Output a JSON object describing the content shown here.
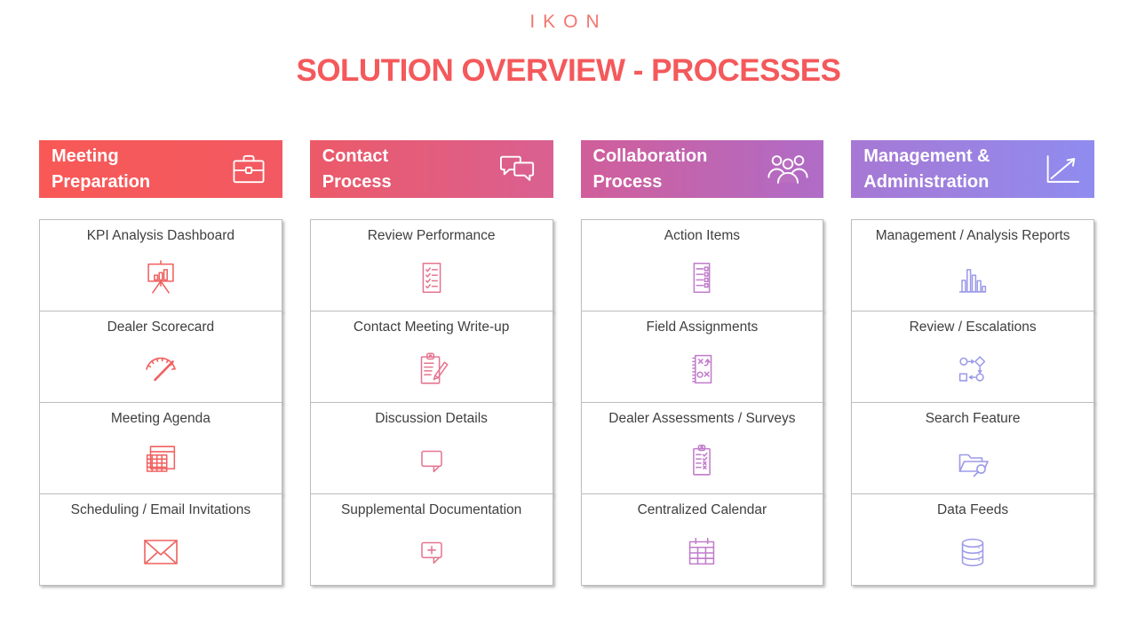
{
  "logo": "IKON",
  "title": "SOLUTION OVERVIEW - PROCESSES",
  "colors": {
    "logo": "#F37670",
    "title": "#F4595B",
    "cell_border": "#BDBDBD",
    "cell_text": "#3F3F3F",
    "header_text": "#FFFFFF"
  },
  "columns": [
    {
      "id": "meeting-preparation",
      "header": {
        "line1": "Meeting",
        "line2": "Preparation",
        "icon": "briefcase-icon",
        "gradient": [
          "#F85956",
          "#F25962"
        ]
      },
      "accent": "#F0605F",
      "occlusion": "#F55A5C",
      "cells": [
        {
          "label": "KPI Analysis Dashboard",
          "icon": "presentation-chart-icon"
        },
        {
          "label": "Dealer Scorecard",
          "icon": "gauge-icon"
        },
        {
          "label": "Meeting Agenda",
          "icon": "agenda-grid-icon"
        },
        {
          "label": "Scheduling / Email Invitations",
          "icon": "envelope-icon"
        }
      ]
    },
    {
      "id": "contact-process",
      "header": {
        "line1": "Contact",
        "line2": "Process",
        "icon": "chat-bubbles-icon",
        "gradient": [
          "#EC5A68",
          "#D96092"
        ]
      },
      "accent": "#E57590",
      "occlusion": "#DB6090",
      "cells": [
        {
          "label": "Review Performance",
          "icon": "checklist-icon"
        },
        {
          "label": "Contact Meeting Write-up",
          "icon": "clipboard-pencil-icon"
        },
        {
          "label": "Discussion Details",
          "icon": "speech-bubble-icon"
        },
        {
          "label": "Supplemental Documentation",
          "icon": "speech-bubble-plus-icon"
        }
      ]
    },
    {
      "id": "collaboration-process",
      "header": {
        "line1": "Collaboration",
        "line2": "Process",
        "icon": "people-group-icon",
        "gradient": [
          "#D15E9A",
          "#AF6CC7"
        ]
      },
      "accent": "#C17CCB",
      "occlusion": "#BA6FC0",
      "cells": [
        {
          "label": "Action Items",
          "icon": "todo-list-icon"
        },
        {
          "label": "Field Assignments",
          "icon": "strategy-plan-icon"
        },
        {
          "label": "Dealer Assessments / Surveys",
          "icon": "survey-clipboard-icon"
        },
        {
          "label": "Centralized Calendar",
          "icon": "calendar-icon"
        }
      ]
    },
    {
      "id": "management-administration",
      "header": {
        "line1": "Management &",
        "line2": "Administration",
        "icon": "growth-chart-icon",
        "gradient": [
          "#A778D4",
          "#8F8CEF"
        ]
      },
      "accent": "#9C9AE8",
      "occlusion": "#9A8BE2",
      "cells": [
        {
          "label": "Management / Analysis Reports",
          "icon": "bar-chart-icon"
        },
        {
          "label": "Review / Escalations",
          "icon": "flowchart-icon"
        },
        {
          "label": "Search Feature",
          "icon": "folder-search-icon"
        },
        {
          "label": "Data Feeds",
          "icon": "database-icon"
        }
      ]
    }
  ]
}
